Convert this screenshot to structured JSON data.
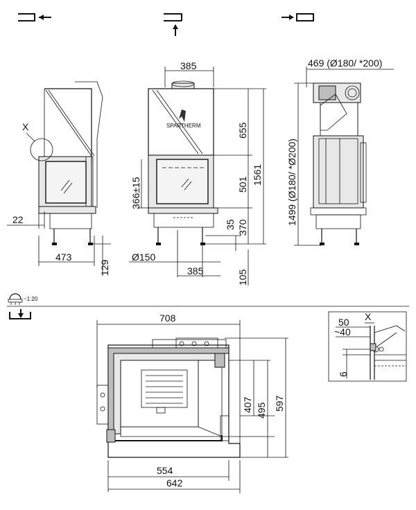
{
  "views": {
    "left_view": {
      "detail_marker": "X",
      "dim_side_offset": "22",
      "dim_width": "473",
      "dim_foot": "129"
    },
    "front_view": {
      "dim_top_offset": "385",
      "dim_upper": "655",
      "dim_total": "1561",
      "dim_door": "501",
      "dim_glass": "366±15",
      "dim_plinth": "370",
      "dim_small": "35",
      "dim_diameter": "Ø150",
      "dim_bottom_offset": "385",
      "dim_base": "105",
      "brand": "SPARTHERM"
    },
    "right_view": {
      "dim_top": "469 (Ø180/ *200)",
      "dim_height": "1499 (Ø180/ *Ø200)"
    },
    "scale": {
      "label": "~1:20"
    },
    "plan_view": {
      "dim_top": "708",
      "dim_407": "407",
      "dim_495": "495",
      "dim_597": "597",
      "dim_554": "554",
      "dim_642": "642"
    },
    "detail_x": {
      "title": "X",
      "dim_50": "50",
      "dim_40": "~40",
      "dim_6": "6"
    }
  },
  "icons": [
    "outlet-left-icon",
    "outlet-up-icon",
    "outlet-right-icon",
    "scale-icon",
    "plan-view-icon"
  ]
}
